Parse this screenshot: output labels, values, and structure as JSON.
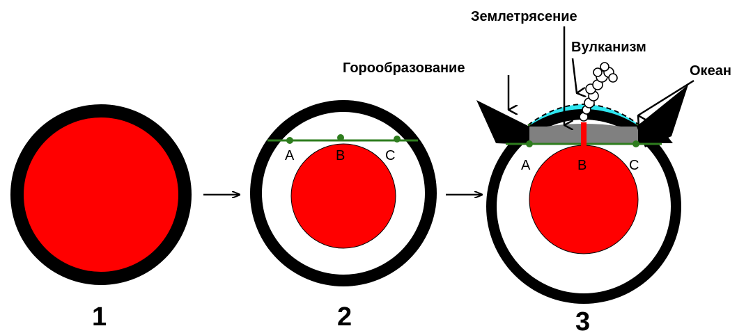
{
  "stages": [
    {
      "number": "1"
    },
    {
      "number": "2",
      "points": [
        "A",
        "B",
        "C"
      ]
    },
    {
      "number": "3",
      "points": [
        "A",
        "B",
        "C"
      ]
    }
  ],
  "annotations": {
    "mountain_building": "Горообразование",
    "earthquake": "Землетрясение",
    "volcanism": "Вулканизм",
    "ocean": "Океан"
  },
  "colors": {
    "shell": "#000000",
    "core": "#ff0000",
    "chord": "#2e7d1e",
    "ocean": "#2ee6f0",
    "crust_fill": "#808080",
    "background": "#ffffff"
  },
  "icons": [
    "arrow-right-icon",
    "arrow-right-icon",
    "volcano-smoke-icon"
  ]
}
